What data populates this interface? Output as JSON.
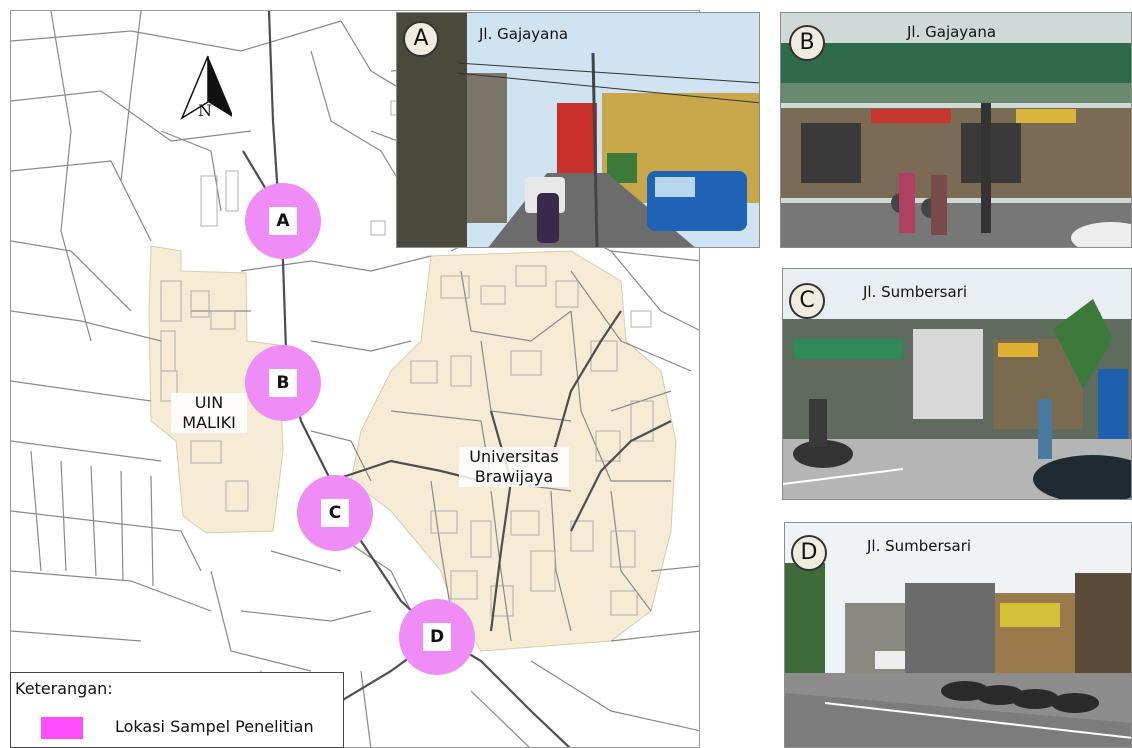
{
  "map": {
    "north_label": "N",
    "campus_uin": [
      "UIN",
      "MALIKI"
    ],
    "campus_ub": [
      "Universitas",
      "Brawijaya"
    ],
    "markers": [
      "A",
      "B",
      "C",
      "D"
    ],
    "marker_color": "#f08cf5",
    "campus_color": "#f6ecd5",
    "road_color": "#5a5a5a"
  },
  "legend": {
    "title": "Keterangan:",
    "item_label": "Lokasi Sampel Penelitian",
    "swatch_color": "#ff4dff"
  },
  "photos": [
    {
      "letter": "A",
      "street": "Jl. Gajayana"
    },
    {
      "letter": "B",
      "street": "Jl. Gajayana"
    },
    {
      "letter": "C",
      "street": "Jl. Sumbersari"
    },
    {
      "letter": "D",
      "street": "Jl. Sumbersari"
    }
  ]
}
